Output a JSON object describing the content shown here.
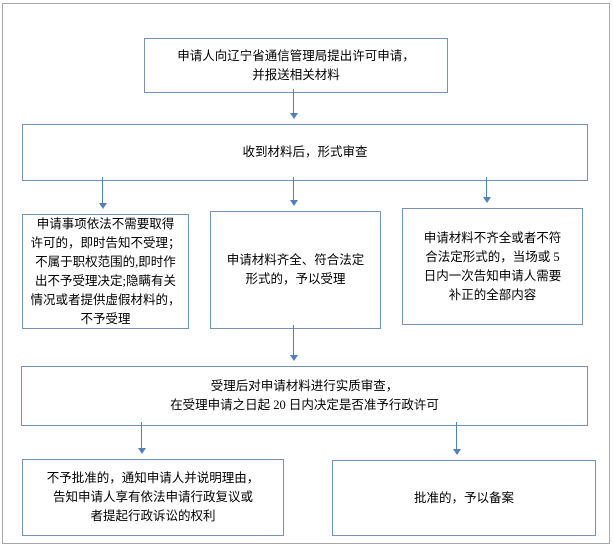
{
  "diagram": {
    "type": "flowchart",
    "language": "zh-CN",
    "colors": {
      "node_border": "#7393bd",
      "arrow": "#4f81bd",
      "page_frame": "#a9a9a9",
      "node_fill": "#ffffff",
      "text": "#000000"
    },
    "nodes": {
      "apply": {
        "text": "申请人向辽宁省通信管理局提出许可申请，\n并报送相关材料"
      },
      "formal_review": {
        "text": "收到材料后，形式审查"
      },
      "reject": {
        "text": "申请事项依法不需要取得\n许可的，即时告知不受理；\n不属于职权范围的,即时作\n出不予受理决定;隐瞒有关\n情况或者提供虚假材料的，\n不予受理"
      },
      "accept": {
        "text": "申请材料齐全、符合法定\n形式的，予以受理"
      },
      "supplement": {
        "text": "申请材料不齐全或者不符\n合法定形式的，当场或 5\n日内一次告知申请人需要\n补正的全部内容"
      },
      "substantive_review": {
        "text": "受理后对申请材料进行实质审查，\n在受理申请之日起 20 日内决定是否准予行政许可"
      },
      "denied": {
        "text": "不予批准的，通知申请人并说明理由，\n告知申请人享有依法申请行政复议或\n者提起行政诉讼的权利"
      },
      "approved": {
        "text": "批准的，予以备案"
      }
    },
    "edges": [
      {
        "from": "apply",
        "to": "formal_review"
      },
      {
        "from": "formal_review",
        "to": "reject"
      },
      {
        "from": "formal_review",
        "to": "accept"
      },
      {
        "from": "formal_review",
        "to": "supplement"
      },
      {
        "from": "accept",
        "to": "substantive_review"
      },
      {
        "from": "substantive_review",
        "to": "denied"
      },
      {
        "from": "substantive_review",
        "to": "approved"
      }
    ]
  }
}
